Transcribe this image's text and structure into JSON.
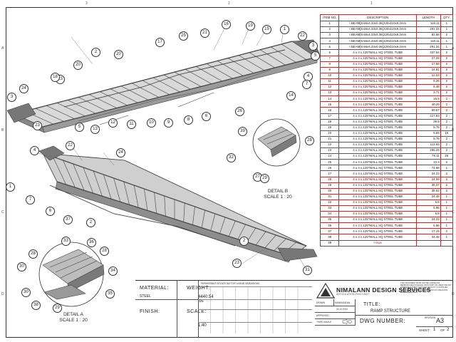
{
  "zones": {
    "top": [
      "3",
      "2",
      "1"
    ],
    "left": [
      "A",
      "B",
      "C",
      "D"
    ],
    "right": [
      "A",
      "B",
      "C",
      "D"
    ]
  },
  "bom": {
    "headers": [
      "ITEM NO.",
      "DESCRIPTION",
      "LENGTH",
      "QTY."
    ],
    "rows": [
      [
        "1",
        "I BEAM[8.66x4.33x0.36(220x110x9.2mm",
        "118.11",
        "1"
      ],
      [
        "2",
        "I BEAM[8.66x4.33x0.36(220x110x9.2mm",
        "291.34",
        "1"
      ],
      [
        "3",
        "I BEAM[8.66x4.33x0.36(220x110x9.2mm",
        "82.68",
        "2"
      ],
      [
        "4",
        "I BEAM[8.66x4.33x0.36(220x110x9.2mm",
        "118.11",
        "1"
      ],
      [
        "5",
        "I BEAM[8.66x4.33x0.36(220x110x9.2mm",
        "291.34",
        "1"
      ],
      [
        "6",
        "4 x 4 x.125\"WALL SQ STEEL TUBE",
        "337.54",
        "2"
      ],
      [
        "7",
        "4 x 4 x.125\"WALL SQ STEEL TUBE",
        "27.28",
        "2"
      ],
      [
        "8",
        "4 x 4 x.125\"WALL SQ STEEL TUBE",
        "17.58",
        "2"
      ],
      [
        "9",
        "4 x 4 x.125\"WALL SQ STEEL TUBE",
        "14.81",
        "2"
      ],
      [
        "10",
        "4 x 4 x.125\"WALL SQ STEEL TUBE",
        "12.03",
        "2"
      ],
      [
        "11",
        "4 x 4 x.125\"WALL SQ STEEL TUBE",
        "9.26",
        "2"
      ],
      [
        "12",
        "4 x 4 x.125\"WALL SQ STEEL TUBE",
        "6.48",
        "2"
      ],
      [
        "13",
        "4 x 4 x.125\"WALL SQ STEEL TUBE",
        "3.71",
        "2"
      ],
      [
        "14",
        "4 x 4 x.125\"WALL SQ STEEL TUBE",
        "15.5",
        "2"
      ],
      [
        "15",
        "4 x 4 x.125\"WALL SQ STEEL TUBE",
        "40.29",
        "2"
      ],
      [
        "16",
        "4 x 4 x.125\"WALL SQ STEEL TUBE",
        "60.57",
        "2"
      ],
      [
        "17",
        "4 x 4 x.125\"WALL SQ STEEL TUBE",
        "217.83",
        "2"
      ],
      [
        "18",
        "4 x 4 x.125\"WALL SQ STEEL TUBE",
        "39.9",
        "2"
      ],
      [
        "19",
        "4 x 4 x.125\"WALL SQ STEEL TUBE",
        "9.78",
        "2"
      ],
      [
        "20",
        "4 x 4 x.125\"WALL SQ STEEL TUBE",
        "9.65",
        "16"
      ],
      [
        "21",
        "4 x 4 x.125\"WALL SQ STEEL TUBE",
        "9.78",
        "2"
      ],
      [
        "22",
        "4 x 4 x.125\"WALL SQ STEEL TUBE",
        "113.93",
        "2"
      ],
      [
        "23",
        "4 x 4 x.125\"WALL SQ STEEL TUBE",
        "286.25",
        "2"
      ],
      [
        "24",
        "4 x 4 x.125\"WALL SQ STEEL TUBE",
        "78.11",
        "25"
      ],
      [
        "25",
        "4 x 4 x.125\"WALL SQ STEEL TUBE",
        "10.3",
        "2"
      ],
      [
        "26",
        "4 x 4 x.125\"WALL SQ STEEL TUBE",
        "74.68",
        "1"
      ],
      [
        "27",
        "4 x 4 x.125\"WALL SQ STEEL TUBE",
        "24.23",
        "2"
      ],
      [
        "28",
        "4 x 4 x.125\"WALL SQ STEEL TUBE",
        "24.09",
        "2"
      ],
      [
        "29",
        "4 x 4 x.125\"WALL SQ STEEL TUBE",
        "35.37",
        "2"
      ],
      [
        "30",
        "4 x 4 x.125\"WALL SQ STEEL TUBE",
        "35.62",
        "2"
      ],
      [
        "31",
        "4 x 4 x.125\"WALL SQ STEEL TUBE",
        "24.48",
        "1"
      ],
      [
        "32",
        "4 x 4 x.125\"WALL SQ STEEL TUBE",
        "5.8",
        "1"
      ],
      [
        "33",
        "4 x 4 x.125\"WALL SQ STEEL TUBE",
        "5.86",
        "1"
      ],
      [
        "34",
        "4 x 4 x.125\"WALL SQ STEEL TUBE",
        "5.8",
        "1"
      ],
      [
        "35",
        "4 x 4 x.125\"WALL SQ STEEL TUBE",
        "24.23",
        "1"
      ],
      [
        "36",
        "4 x 4 x.125\"WALL SQ STEEL TUBE",
        "5.86",
        "1"
      ],
      [
        "37",
        "4 x 4 x.125\"WALL SQ STEEL TUBE",
        "17.15",
        "2"
      ],
      [
        "38",
        "4 x 4 x.125\"WALL SQ STEEL TUBE",
        "24.48",
        "1"
      ],
      [
        "39",
        "Hinge",
        "",
        ""
      ]
    ]
  },
  "callouts": {
    "top_view": [
      "16",
      "19",
      "15",
      "1",
      "22",
      "3",
      "5",
      "4",
      "21",
      "25",
      "17",
      "2",
      "20",
      "20",
      "23",
      "18",
      "24",
      "3",
      "23",
      "5",
      "13",
      "12",
      "11",
      "10",
      "9",
      "8",
      "6",
      "26",
      "14",
      "7"
    ],
    "bottom_view": [
      "22",
      "24",
      "4",
      "1",
      "7",
      "6",
      "37",
      "2",
      "23",
      "2",
      "31"
    ],
    "detail_b": [
      "39",
      "32",
      "27",
      "29",
      "28"
    ],
    "detail_a": [
      "33",
      "36",
      "28",
      "28",
      "30",
      "34",
      "30",
      "38",
      "35",
      "29"
    ]
  },
  "details": {
    "b_title": "DETAIL B",
    "b_scale": "SCALE 1 : 20",
    "a_title": "DETAIL A",
    "a_scale": "SCALE 1 : 20"
  },
  "title_block": {
    "material_label": "MATERIAL:",
    "material_value": "STEEL",
    "weight_label": "WEIGHT:",
    "weight_value": "4440.54 lbs",
    "finish_label": "FINISH:",
    "scale_label": "SCALE:",
    "scale_value": "1:40",
    "company": "NIMALANN DESIGN SERVICES",
    "company_sub": "ARTICULATION RIGHT 2007",
    "drawn_label": "DRAWN",
    "drawn_name": "MANIKANDAN",
    "drawn_date": "24.10.2024",
    "approved_label": "APPROVED",
    "third_angle_label": "THIRD ANGLE",
    "title_label": "TITLE:",
    "title_value": "RAMP STRUCTURE",
    "dwg_label": "DWG NUMBER:",
    "revision_label": "REVISION",
    "size_value": "A3",
    "sheet_label": "SHEET",
    "sheet_num": "1",
    "sheet_of": "OF",
    "sheet_total": "2",
    "tolerance_header": "PERMISSIBLE DEVIATIONS FOR LINEAR DIMENSIONS",
    "notice": "THIS DOCUMENT MUST NOT BE COPIED OR REPRODUCED IN WHOLE OR IN PART OR USED FOR ANY PURPOSE EXCEPT THAT FOR WHICH IT IS SUPPLIED WITHOUT THE WRITTEN PERMISSION OF NIMALANN DESIGN SERVICES"
  }
}
